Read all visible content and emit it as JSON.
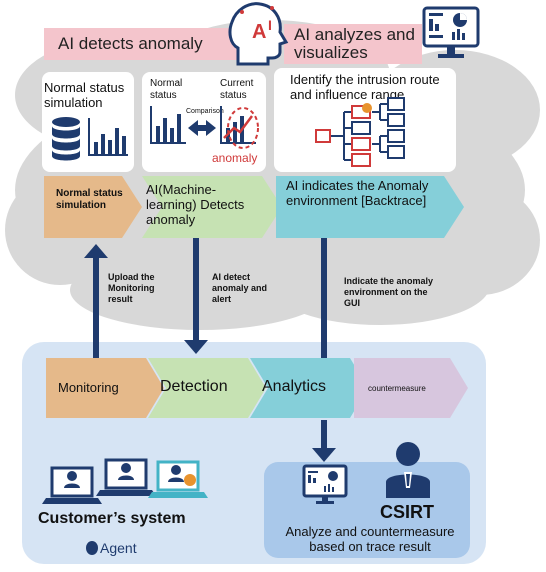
{
  "top": {
    "ai_detects": "AI detects anomaly",
    "ai_analyzes": "AI analyzes and visualizes"
  },
  "card1": {
    "title": "Normal status simulation"
  },
  "card2": {
    "normal": "Normal status",
    "current": "Current status",
    "comparison": "Comparison",
    "anomaly": "anomaly"
  },
  "card3": {
    "title": "Identify the intrusion route and influence range"
  },
  "cloud_steps": {
    "step1": "Normal status simulation",
    "step2": "AI(Machine-learning) Detects anomaly",
    "step3": "AI indicates the Anomaly environment [Backtrace]"
  },
  "arrows": {
    "upload": "Upload the Monitoring result",
    "detect": "AI detect anomaly and alert",
    "indicate": "Indicate the anomaly environment on the GUI"
  },
  "pipeline": {
    "monitoring": "Monitoring",
    "detection": "Detection",
    "analytics": "Analytics",
    "countermeasure": "countermeasure"
  },
  "bottom": {
    "customer": "Customer’s system",
    "agent": "Agent",
    "csirt": "CSIRT",
    "csirt_desc": "Analyze and countermeasure based on trace result"
  },
  "colors": {
    "orange": "#e5b98a",
    "green": "#c6e2b3",
    "cyan": "#85cfd9",
    "lavender": "#d7c6de",
    "navy": "#1f3b6e",
    "pink": "#f4c5cc",
    "cloud": "#d7d7d7",
    "panel": "#d6e4f4"
  }
}
